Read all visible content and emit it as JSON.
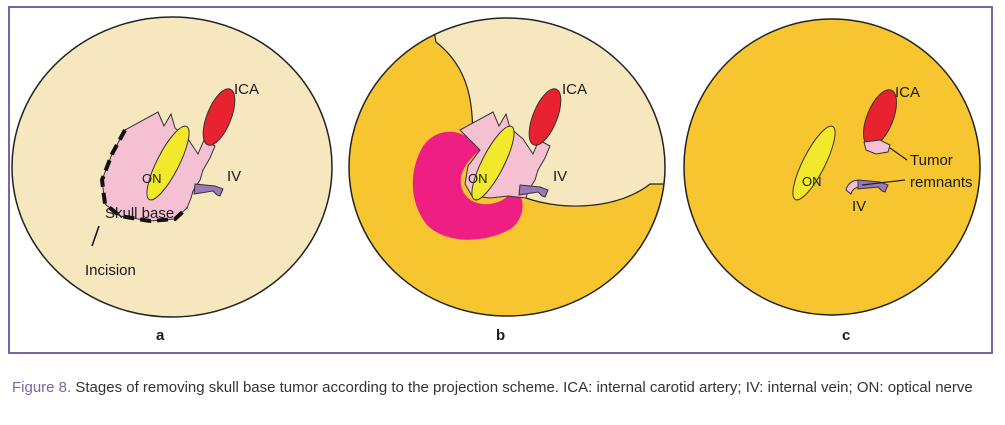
{
  "colors": {
    "frame": "#7b64a8",
    "background_field": "#f6e7bf",
    "exposed_field": "#f7c530",
    "skull_base": "#f5c0d2",
    "resection": "#ef1e82",
    "ica": "#e8232f",
    "optic_nerve": "#f2e92c",
    "internal_vein": "#9a78b6"
  },
  "panels": [
    {
      "letter": "a",
      "labels": {
        "ica": "ICA",
        "on": "ON",
        "iv": "IV",
        "skull_base": "Skull base",
        "incision": "Incision"
      }
    },
    {
      "letter": "b",
      "labels": {
        "ica": "ICA",
        "on": "ON",
        "iv": "IV"
      }
    },
    {
      "letter": "c",
      "labels": {
        "ica": "ICA",
        "on": "ON",
        "iv": "IV",
        "tumor_remnants_line1": "Tumor",
        "tumor_remnants_line2": "remnants"
      }
    }
  ],
  "caption": {
    "figure_label": "Figure 8.",
    "text": " Stages of removing skull base tumor according to the projection scheme. ICA: internal carotid artery; IV: internal vein; ON: optical nerve"
  }
}
